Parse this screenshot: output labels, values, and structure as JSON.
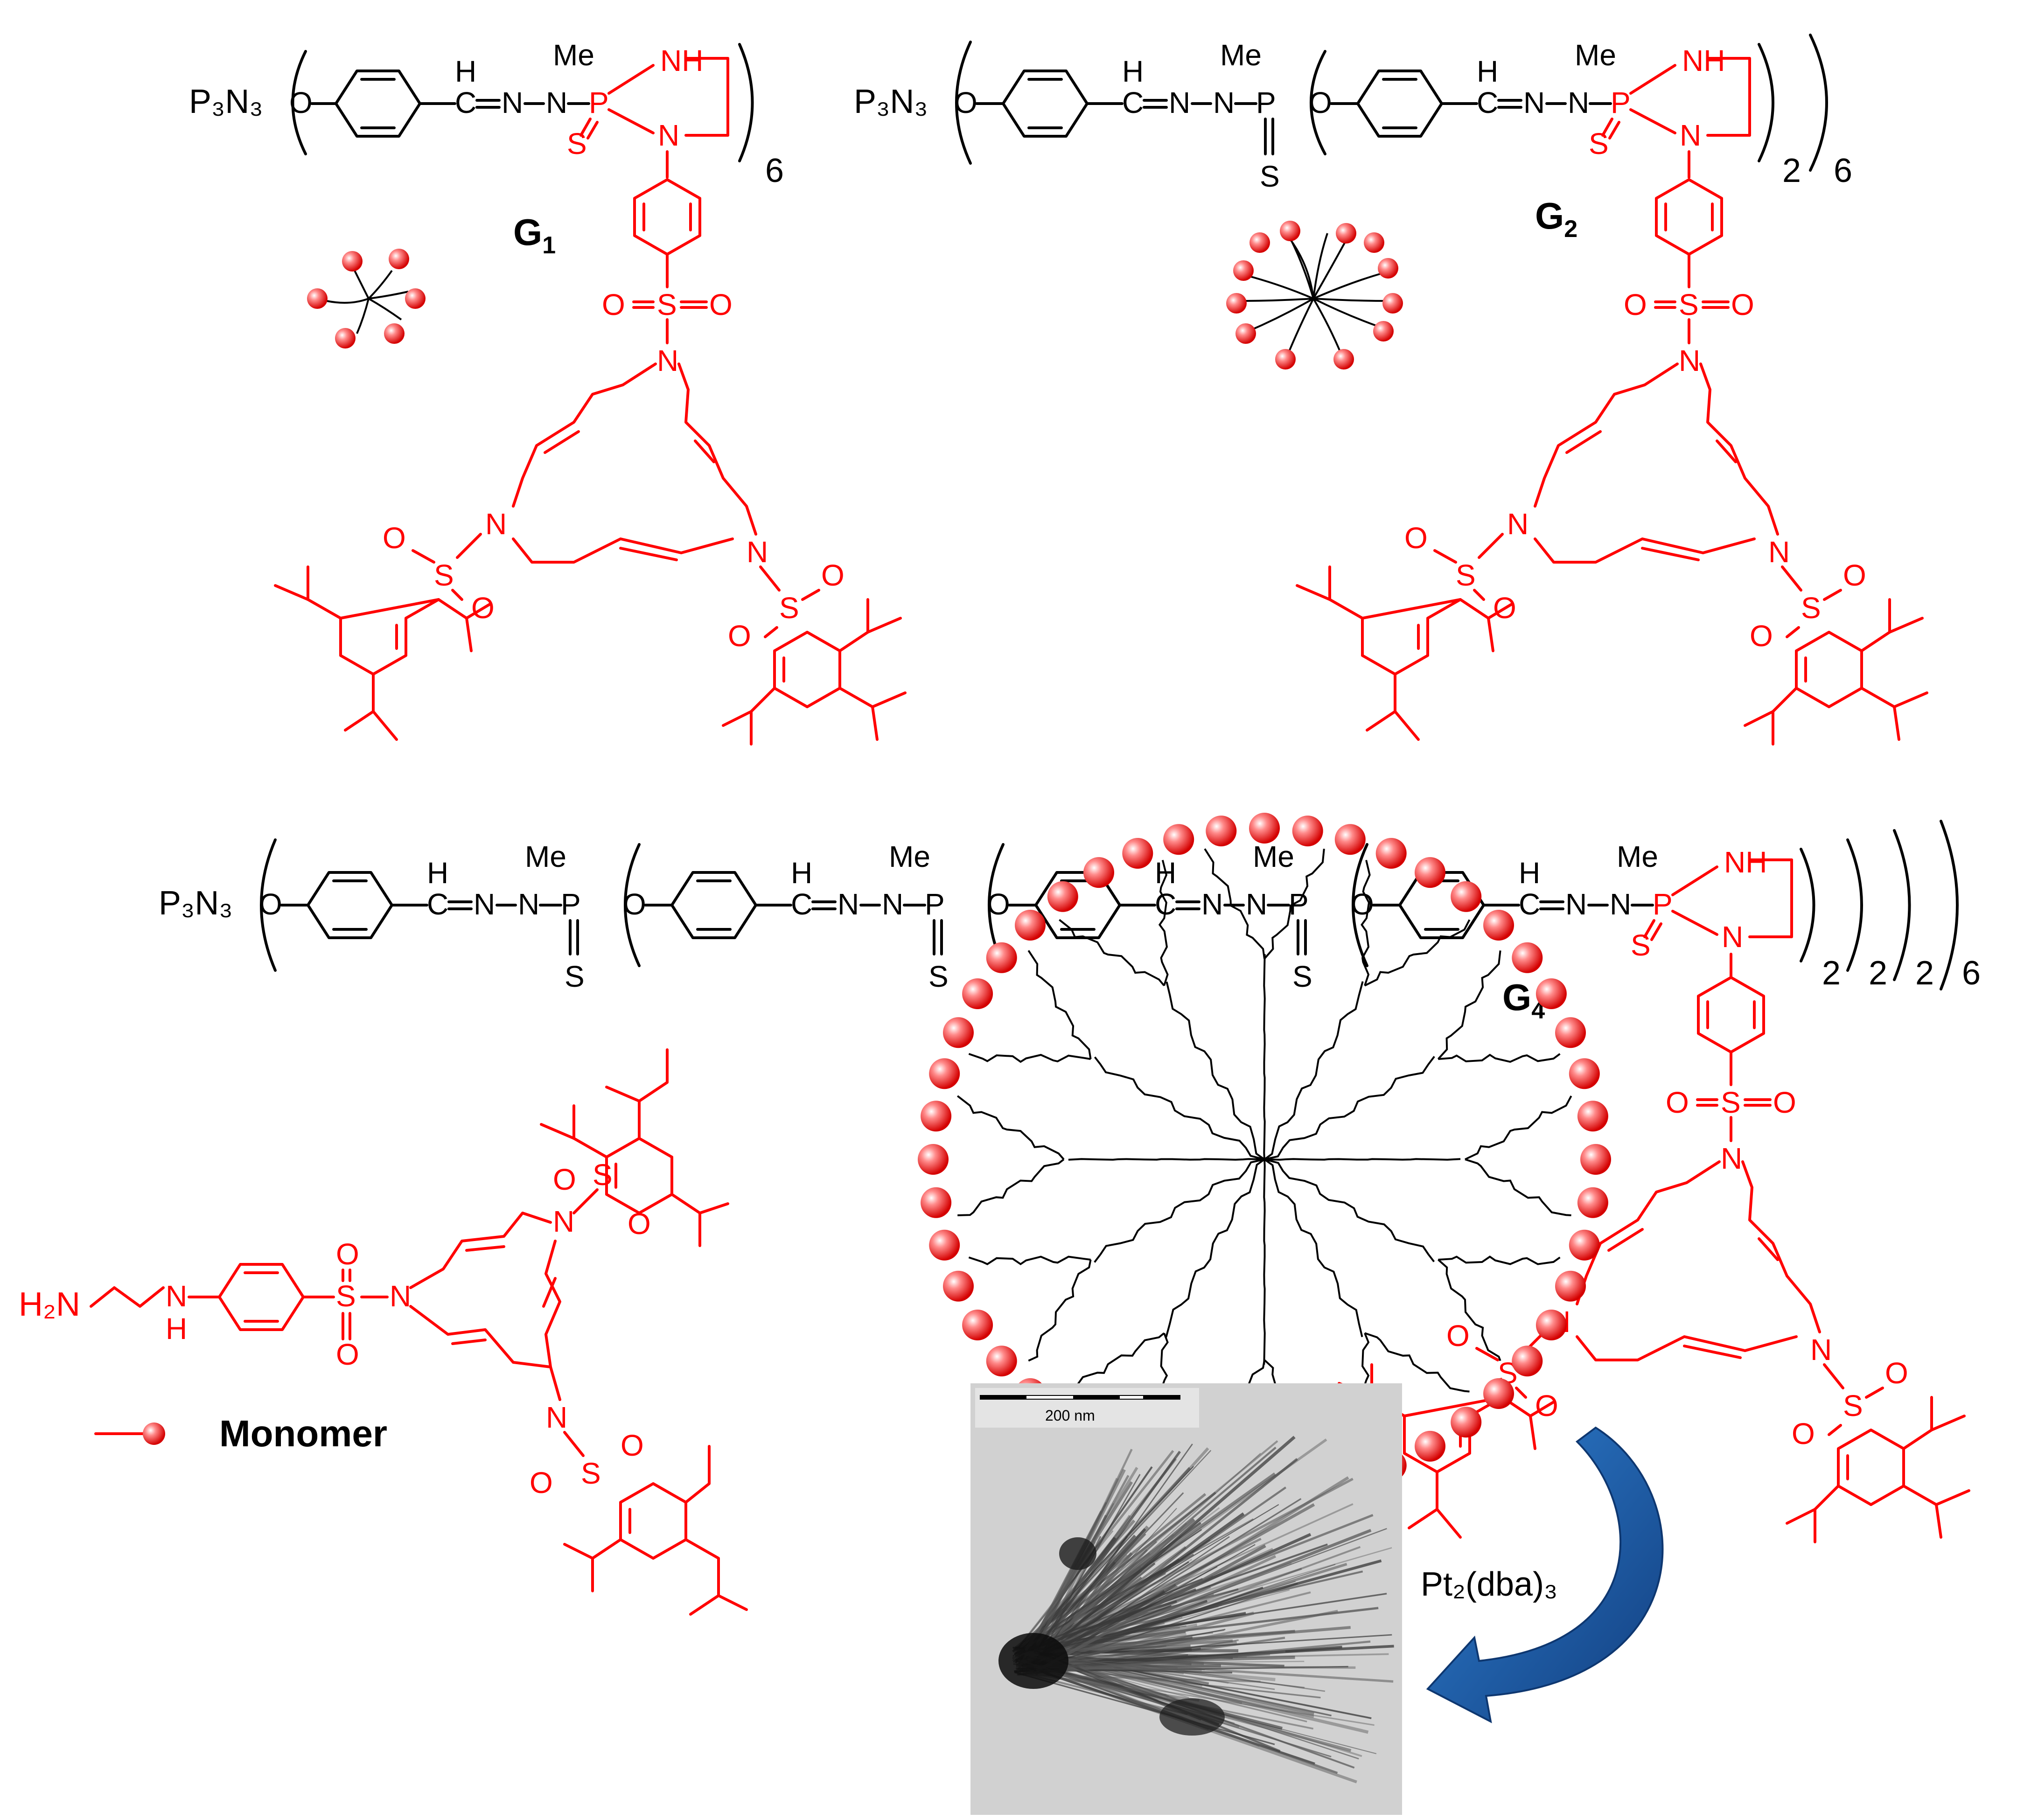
{
  "colors": {
    "core": "#000000",
    "shell": "#ff0000",
    "arrow": "#1f5fae",
    "tem_bg": "#cfcfcf"
  },
  "core_label": "P₃N₃",
  "atoms": {
    "O": "O",
    "H": "H",
    "N": "N",
    "Me": "Me",
    "P": "P",
    "S": "S",
    "NH": "NH",
    "H2N": "H₂N",
    "SO2": "S"
  },
  "generations": {
    "g1": {
      "label": "G",
      "sub": "1",
      "multiplicity": "6"
    },
    "g2": {
      "label": "G",
      "sub": "2",
      "inner": "2",
      "multiplicity": "6"
    },
    "g4": {
      "label": "G",
      "sub": "4",
      "inner1": "2",
      "inner2": "2",
      "inner3": "2",
      "multiplicity": "6"
    }
  },
  "legend": {
    "monomer_label": "Monomer"
  },
  "tem": {
    "scale_bar": "200 nm"
  },
  "reagent": {
    "text": "Pt₂(dba)₃"
  }
}
